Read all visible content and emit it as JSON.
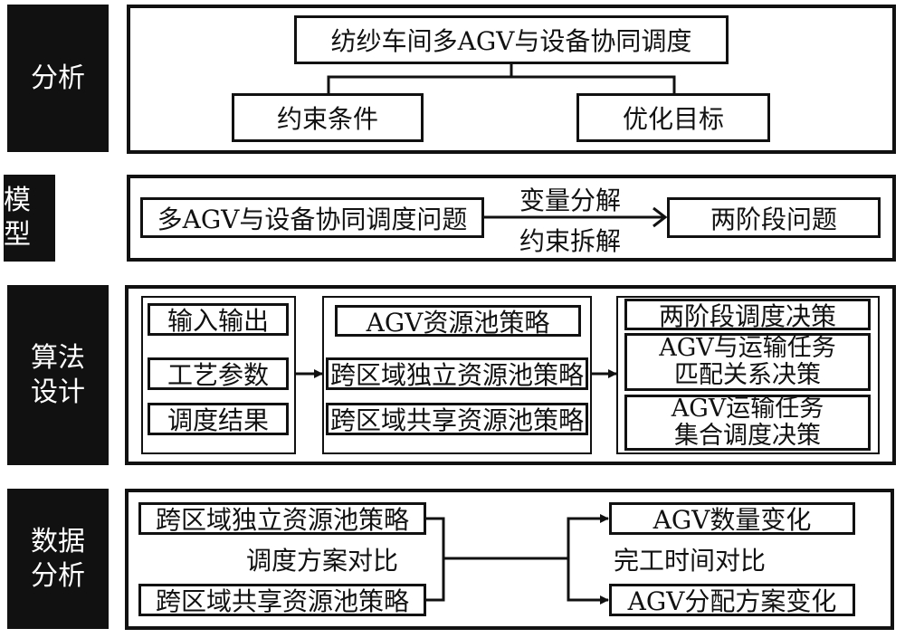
{
  "stages": {
    "analysis": {
      "label": "分析"
    },
    "model": {
      "label": "模型"
    },
    "algorithm": {
      "label_line1": "算法",
      "label_line2": "设计"
    },
    "data_analysis": {
      "label_line1": "数据",
      "label_line2": "分析"
    }
  },
  "analysis": {
    "root": "纺纱车间多AGV与设备协同调度",
    "children": [
      "约束条件",
      "优化目标"
    ]
  },
  "model": {
    "source": "多AGV与设备协同调度问题",
    "edge_label_top": "变量分解",
    "edge_label_bottom": "约束拆解",
    "target": "两阶段问题"
  },
  "algorithm": {
    "inputs": [
      "输入输出",
      "工艺参数",
      "调度结果"
    ],
    "strategies": {
      "title": "AGV资源池策略",
      "items": [
        "跨区域独立资源池策略",
        "跨区域共享资源池策略"
      ]
    },
    "decisions": {
      "title": "两阶段调度决策",
      "items": [
        {
          "line1": "AGV与运输任务",
          "line2": "匹配关系决策"
        },
        {
          "line1": "AGV运输任务",
          "line2": "集合调度决策"
        }
      ]
    }
  },
  "data_analysis": {
    "strategies": [
      "跨区域独立资源池策略",
      "跨区域共享资源池策略"
    ],
    "compare_label": "调度方案对比",
    "time_label": "完工时间对比",
    "outcomes": [
      "AGV数量变化",
      "AGV分配方案变化"
    ]
  }
}
